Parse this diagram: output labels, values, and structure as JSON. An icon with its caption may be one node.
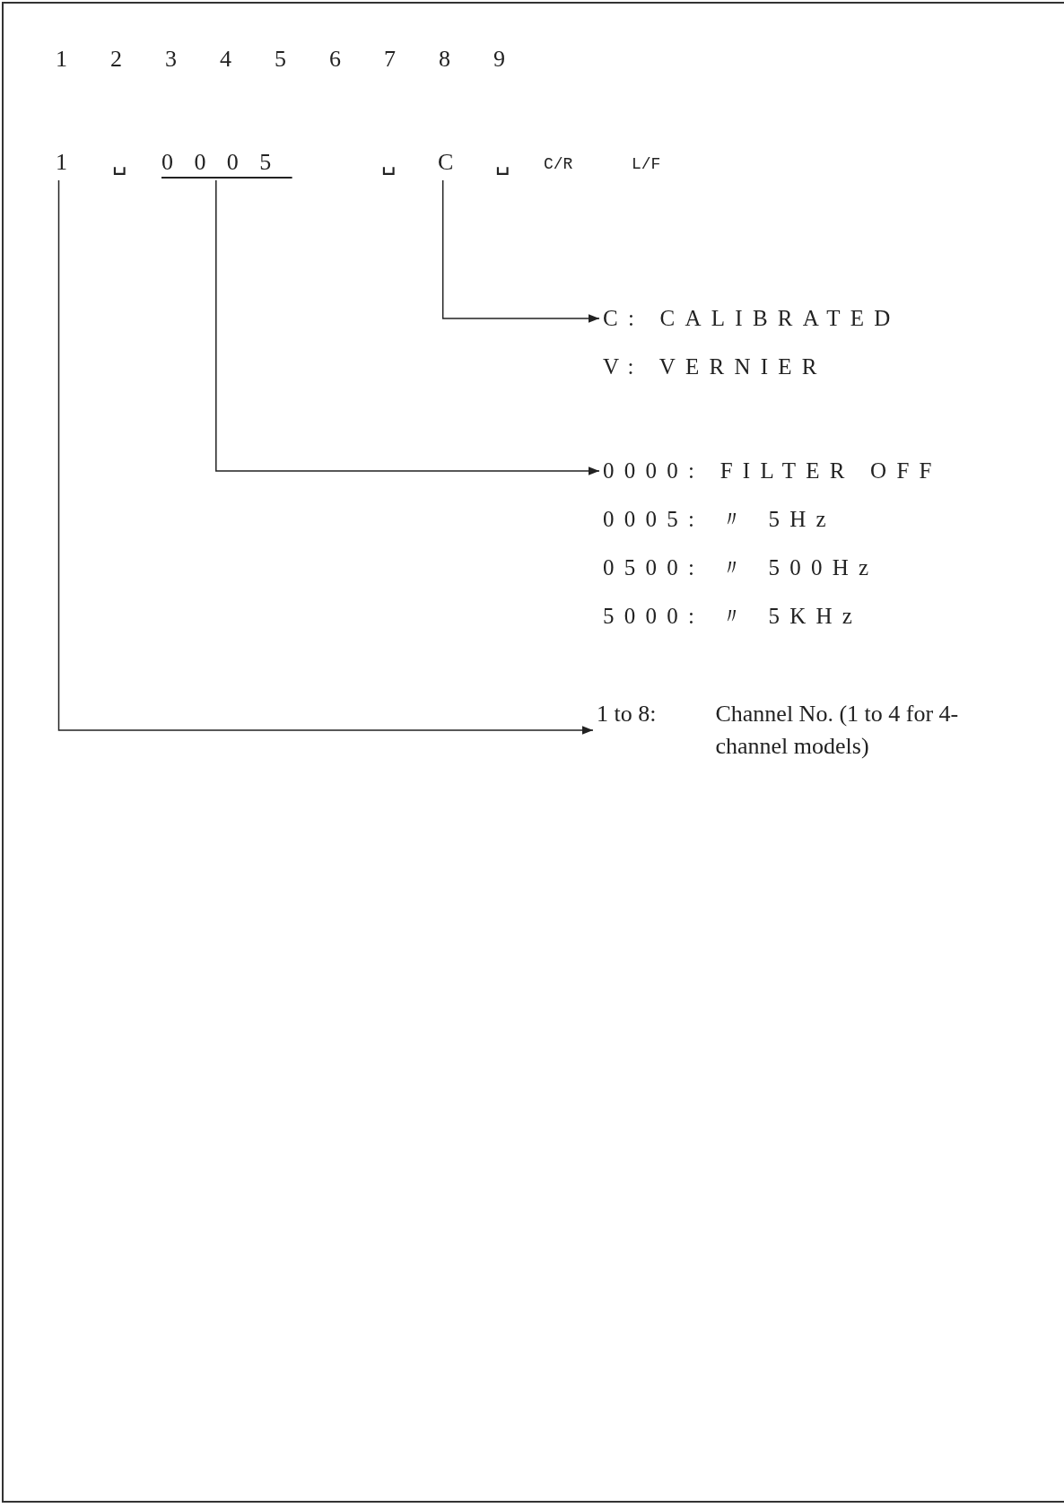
{
  "diagram": {
    "nodes": [
      {
        "text": [
          "1"
        ]
      },
      {
        "text": [
          "0005"
        ]
      },
      {
        "text": [
          "C"
        ]
      },
      {
        "text": [
          "C: CALIBRATED",
          "V: VERNIER"
        ]
      },
      {
        "text": [
          "0000: FILTER OFF",
          "0005: 〃 5Hz",
          "0500: 〃 500Hz",
          "5000: 〃 5KHz"
        ]
      },
      {
        "text": [
          "1 to 8:",
          "Channel No. (1 to 4 for 4-channel models)"
        ]
      }
    ],
    "edges": [
      {
        "from": 2,
        "to": 3,
        "arrow": "to"
      },
      {
        "from": 1,
        "to": 4,
        "arrow": "to"
      },
      {
        "from": 0,
        "to": 5,
        "arrow": "to"
      }
    ],
    "labels": [
      "1",
      "2",
      "3",
      "4",
      "5",
      "6",
      "7",
      "8",
      "9",
      "␣",
      "␣",
      "␣",
      "C/R",
      "L/F"
    ]
  }
}
